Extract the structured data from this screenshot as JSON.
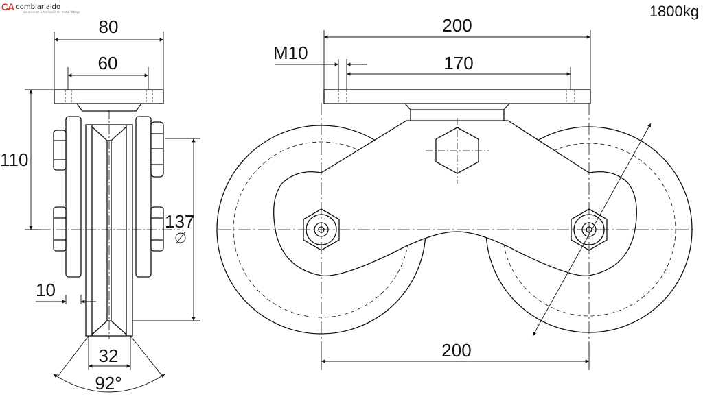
{
  "header": {
    "logo_mark": "CA",
    "logo_name": "combiarialdo",
    "logo_tagline": "accessories & hardware for metal fittings",
    "load_rating": "1800kg"
  },
  "dimensions": {
    "side_top_width": "80",
    "side_bolt_spacing": "60",
    "side_height": "110",
    "wheel_diameter": "137",
    "plate_thickness": "10",
    "groove_width": "32",
    "groove_angle": "92°",
    "front_plate_width": "200",
    "bolt_size": "M10",
    "front_hole_spacing": "170",
    "wheel_spacing": "200"
  },
  "icons": [
    "diameter-symbol-icon"
  ],
  "colors": {
    "line": "#111111",
    "logo_red": "#e3262d"
  }
}
